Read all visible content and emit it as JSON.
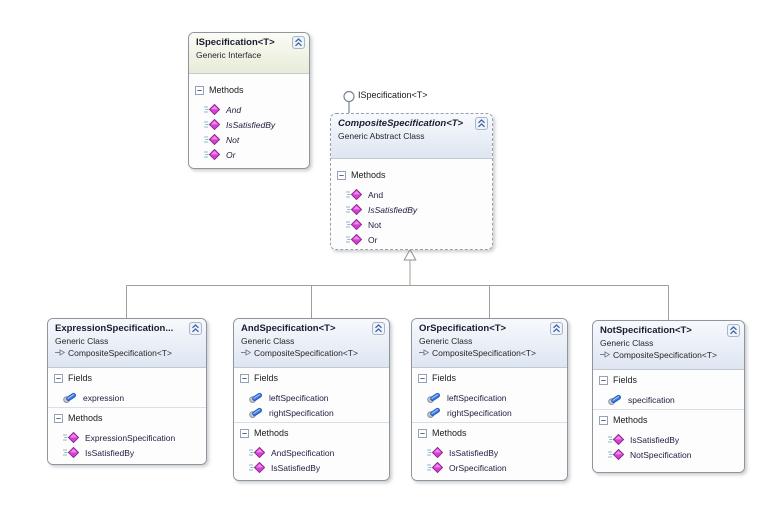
{
  "lollipop": {
    "label": "ISpecification<T>"
  },
  "boxes": [
    {
      "title": "ISpecification<T>",
      "subtitle": "Generic Interface",
      "sections": [
        {
          "label": "Methods",
          "members": [
            {
              "name": "And",
              "kind": "method",
              "italic": true
            },
            {
              "name": "IsSatisfiedBy",
              "kind": "method",
              "italic": true
            },
            {
              "name": "Not",
              "kind": "method",
              "italic": true
            },
            {
              "name": "Or",
              "kind": "method",
              "italic": true
            }
          ]
        }
      ]
    },
    {
      "title": "CompositeSpecification<T>",
      "subtitle": "Generic Abstract Class",
      "sections": [
        {
          "label": "Methods",
          "members": [
            {
              "name": "And",
              "kind": "method",
              "italic": false
            },
            {
              "name": "IsSatisfiedBy",
              "kind": "method",
              "italic": true
            },
            {
              "name": "Not",
              "kind": "method",
              "italic": false
            },
            {
              "name": "Or",
              "kind": "method",
              "italic": false
            }
          ]
        }
      ]
    },
    {
      "title": "ExpressionSpecification...",
      "subtitle": "Generic Class",
      "base": "CompositeSpecification<T>",
      "sections": [
        {
          "label": "Fields",
          "members": [
            {
              "name": "expression",
              "kind": "field",
              "italic": false
            }
          ]
        },
        {
          "label": "Methods",
          "members": [
            {
              "name": "ExpressionSpecification",
              "kind": "method",
              "italic": false
            },
            {
              "name": "IsSatisfiedBy",
              "kind": "method",
              "italic": false
            }
          ]
        }
      ]
    },
    {
      "title": "AndSpecification<T>",
      "subtitle": "Generic Class",
      "base": "CompositeSpecification<T>",
      "sections": [
        {
          "label": "Fields",
          "members": [
            {
              "name": "leftSpecification",
              "kind": "field",
              "italic": false
            },
            {
              "name": "rightSpecification",
              "kind": "field",
              "italic": false
            }
          ]
        },
        {
          "label": "Methods",
          "members": [
            {
              "name": "AndSpecification",
              "kind": "method",
              "italic": false
            },
            {
              "name": "IsSatisfiedBy",
              "kind": "method",
              "italic": false
            }
          ]
        }
      ]
    },
    {
      "title": "OrSpecification<T>",
      "subtitle": "Generic Class",
      "base": "CompositeSpecification<T>",
      "sections": [
        {
          "label": "Fields",
          "members": [
            {
              "name": "leftSpecification",
              "kind": "field",
              "italic": false
            },
            {
              "name": "rightSpecification",
              "kind": "field",
              "italic": false
            }
          ]
        },
        {
          "label": "Methods",
          "members": [
            {
              "name": "IsSatisfiedBy",
              "kind": "method",
              "italic": false
            },
            {
              "name": "OrSpecification",
              "kind": "method",
              "italic": false
            }
          ]
        }
      ]
    },
    {
      "title": "NotSpecification<T>",
      "subtitle": "Generic Class",
      "base": "CompositeSpecification<T>",
      "sections": [
        {
          "label": "Fields",
          "members": [
            {
              "name": "specification",
              "kind": "field",
              "italic": false
            }
          ]
        },
        {
          "label": "Methods",
          "members": [
            {
              "name": "IsSatisfiedBy",
              "kind": "method",
              "italic": false
            },
            {
              "name": "NotSpecification",
              "kind": "method",
              "italic": false
            }
          ]
        }
      ]
    }
  ],
  "colors": {
    "method_icon": "#d93ed9",
    "method_icon_edge": "#8d2d8d",
    "method_icon_highlight": "#ee8aee",
    "method_lines": "#8fb7c9",
    "field_icon": "#3c79e8",
    "field_icon_edge": "#2558b9",
    "field_base": "#c4c9cf",
    "connector_line": "#a0a096",
    "interface_header": "#e7ecd7",
    "class_header": "#dee6f2"
  }
}
